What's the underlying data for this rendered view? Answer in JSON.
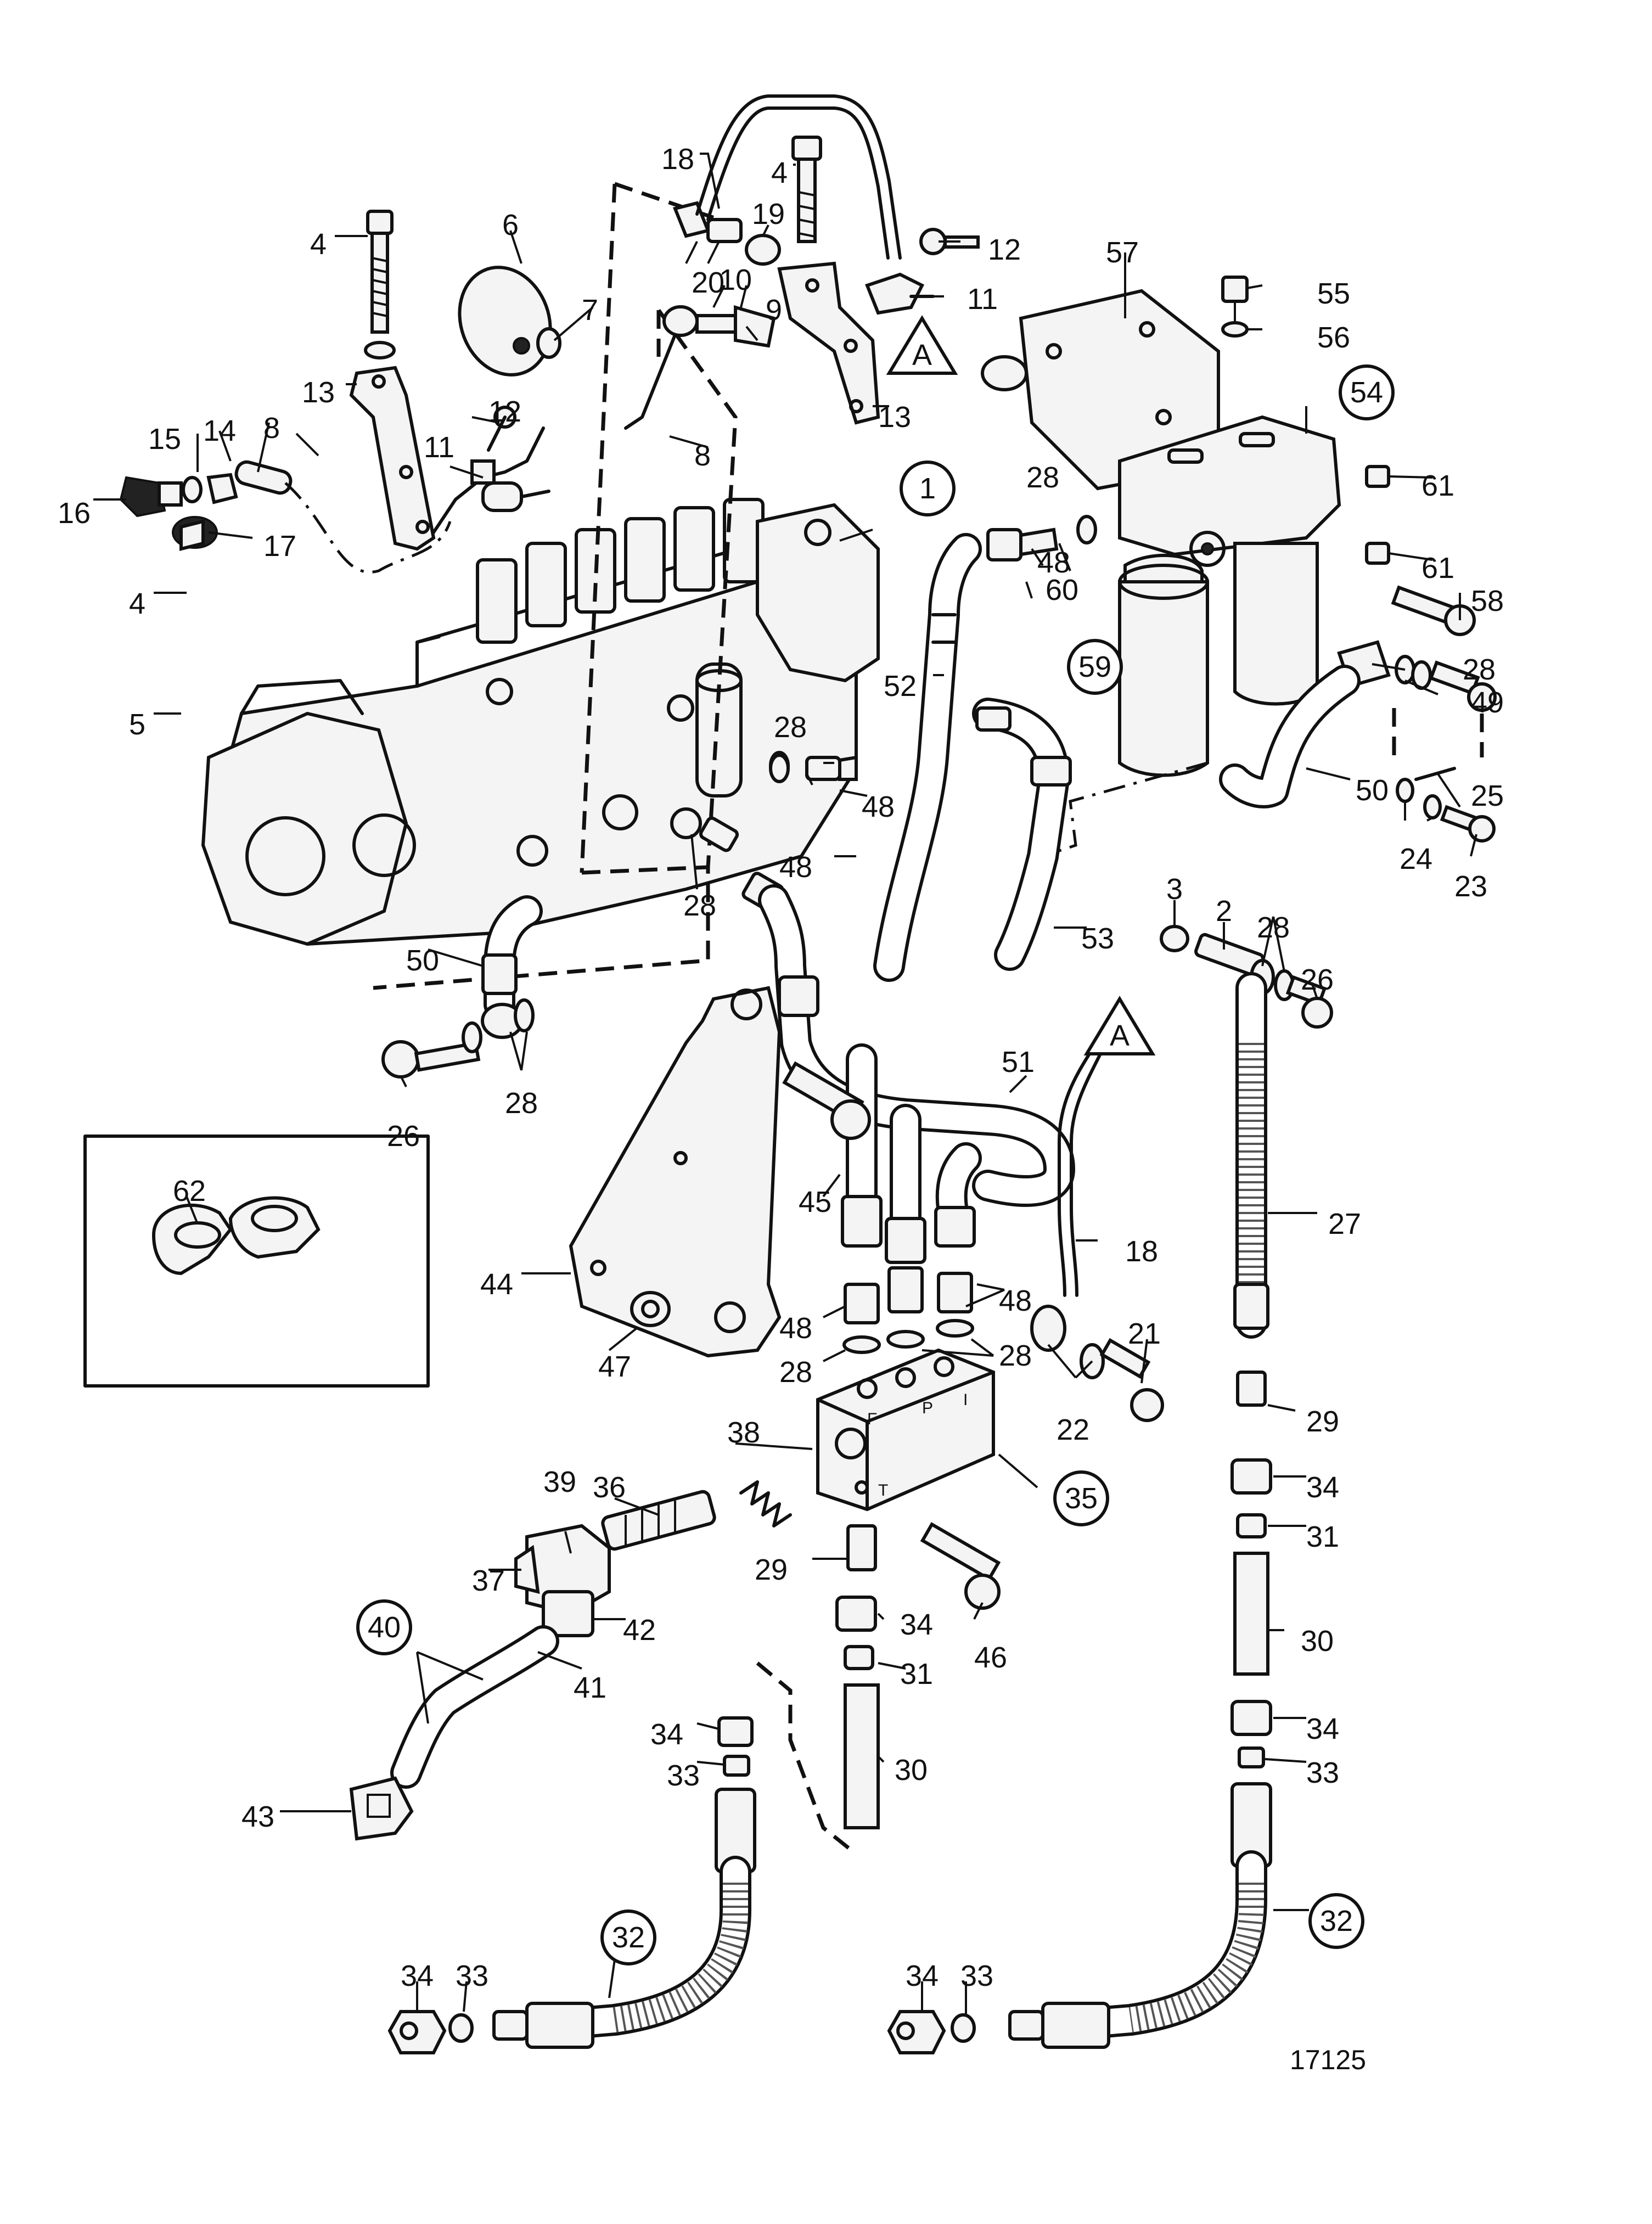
{
  "figure_number": "17125",
  "detail_marker": "A",
  "callouts": [
    {
      "id": "c1",
      "label": "1",
      "circled": true
    },
    {
      "id": "c2",
      "label": "2",
      "circled": false
    },
    {
      "id": "c3",
      "label": "3",
      "circled": false
    },
    {
      "id": "c4a",
      "label": "4",
      "circled": false
    },
    {
      "id": "c4b",
      "label": "4",
      "circled": false
    },
    {
      "id": "c4c",
      "label": "4",
      "circled": false
    },
    {
      "id": "c5",
      "label": "5",
      "circled": false
    },
    {
      "id": "c6",
      "label": "6",
      "circled": false
    },
    {
      "id": "c7",
      "label": "7",
      "circled": false
    },
    {
      "id": "c8a",
      "label": "8",
      "circled": false
    },
    {
      "id": "c8b",
      "label": "8",
      "circled": false
    },
    {
      "id": "c9",
      "label": "9",
      "circled": false
    },
    {
      "id": "c10",
      "label": "10",
      "circled": false
    },
    {
      "id": "c11a",
      "label": "11",
      "circled": false
    },
    {
      "id": "c11b",
      "label": "11",
      "circled": false
    },
    {
      "id": "c12a",
      "label": "12",
      "circled": false
    },
    {
      "id": "c12b",
      "label": "12",
      "circled": false
    },
    {
      "id": "c13a",
      "label": "13",
      "circled": false
    },
    {
      "id": "c13b",
      "label": "13",
      "circled": false
    },
    {
      "id": "c14",
      "label": "14",
      "circled": false
    },
    {
      "id": "c15",
      "label": "15",
      "circled": false
    },
    {
      "id": "c16",
      "label": "16",
      "circled": false
    },
    {
      "id": "c17",
      "label": "17",
      "circled": false
    },
    {
      "id": "c18a",
      "label": "18",
      "circled": false
    },
    {
      "id": "c18b",
      "label": "18",
      "circled": false
    },
    {
      "id": "c19",
      "label": "19",
      "circled": false
    },
    {
      "id": "c20",
      "label": "20",
      "circled": false
    },
    {
      "id": "c21",
      "label": "21",
      "circled": false
    },
    {
      "id": "c22",
      "label": "22",
      "circled": false
    },
    {
      "id": "c23",
      "label": "23",
      "circled": false
    },
    {
      "id": "c24",
      "label": "24",
      "circled": false
    },
    {
      "id": "c25",
      "label": "25",
      "circled": false
    },
    {
      "id": "c26a",
      "label": "26",
      "circled": false
    },
    {
      "id": "c26b",
      "label": "26",
      "circled": false
    },
    {
      "id": "c27",
      "label": "27",
      "circled": false
    },
    {
      "id": "c28a",
      "label": "28",
      "circled": false
    },
    {
      "id": "c28b",
      "label": "28",
      "circled": false
    },
    {
      "id": "c28c",
      "label": "28",
      "circled": false
    },
    {
      "id": "c28d",
      "label": "28",
      "circled": false
    },
    {
      "id": "c28e",
      "label": "28",
      "circled": false
    },
    {
      "id": "c28f",
      "label": "28",
      "circled": false
    },
    {
      "id": "c28g",
      "label": "28",
      "circled": false
    },
    {
      "id": "c28h",
      "label": "28",
      "circled": false
    },
    {
      "id": "c29a",
      "label": "29",
      "circled": false
    },
    {
      "id": "c29b",
      "label": "29",
      "circled": false
    },
    {
      "id": "c30a",
      "label": "30",
      "circled": false
    },
    {
      "id": "c30b",
      "label": "30",
      "circled": false
    },
    {
      "id": "c31a",
      "label": "31",
      "circled": false
    },
    {
      "id": "c31b",
      "label": "31",
      "circled": false
    },
    {
      "id": "c32a",
      "label": "32",
      "circled": true
    },
    {
      "id": "c32b",
      "label": "32",
      "circled": true
    },
    {
      "id": "c33a",
      "label": "33",
      "circled": false
    },
    {
      "id": "c33b",
      "label": "33",
      "circled": false
    },
    {
      "id": "c33c",
      "label": "33",
      "circled": false
    },
    {
      "id": "c33d",
      "label": "33",
      "circled": false
    },
    {
      "id": "c34a",
      "label": "34",
      "circled": false
    },
    {
      "id": "c34b",
      "label": "34",
      "circled": false
    },
    {
      "id": "c34c",
      "label": "34",
      "circled": false
    },
    {
      "id": "c34d",
      "label": "34",
      "circled": false
    },
    {
      "id": "c34e",
      "label": "34",
      "circled": false
    },
    {
      "id": "c34f",
      "label": "34",
      "circled": false
    },
    {
      "id": "c35",
      "label": "35",
      "circled": true
    },
    {
      "id": "c36",
      "label": "36",
      "circled": false
    },
    {
      "id": "c37",
      "label": "37",
      "circled": false
    },
    {
      "id": "c38",
      "label": "38",
      "circled": false
    },
    {
      "id": "c39",
      "label": "39",
      "circled": false
    },
    {
      "id": "c40",
      "label": "40",
      "circled": true
    },
    {
      "id": "c41",
      "label": "41",
      "circled": false
    },
    {
      "id": "c42",
      "label": "42",
      "circled": false
    },
    {
      "id": "c43",
      "label": "43",
      "circled": false
    },
    {
      "id": "c44",
      "label": "44",
      "circled": false
    },
    {
      "id": "c45",
      "label": "45",
      "circled": false
    },
    {
      "id": "c46",
      "label": "46",
      "circled": false
    },
    {
      "id": "c47",
      "label": "47",
      "circled": false
    },
    {
      "id": "c48a",
      "label": "48",
      "circled": false
    },
    {
      "id": "c48b",
      "label": "48",
      "circled": false
    },
    {
      "id": "c48c",
      "label": "48",
      "circled": false
    },
    {
      "id": "c48d",
      "label": "48",
      "circled": false
    },
    {
      "id": "c48e",
      "label": "48",
      "circled": false
    },
    {
      "id": "c49",
      "label": "49",
      "circled": false
    },
    {
      "id": "c50a",
      "label": "50",
      "circled": false
    },
    {
      "id": "c50b",
      "label": "50",
      "circled": false
    },
    {
      "id": "c51",
      "label": "51",
      "circled": false
    },
    {
      "id": "c52",
      "label": "52",
      "circled": false
    },
    {
      "id": "c53",
      "label": "53",
      "circled": false
    },
    {
      "id": "c54",
      "label": "54",
      "circled": true
    },
    {
      "id": "c55",
      "label": "55",
      "circled": false
    },
    {
      "id": "c56",
      "label": "56",
      "circled": false
    },
    {
      "id": "c57",
      "label": "57",
      "circled": false
    },
    {
      "id": "c58",
      "label": "58",
      "circled": false
    },
    {
      "id": "c59",
      "label": "59",
      "circled": true
    },
    {
      "id": "c60",
      "label": "60",
      "circled": false
    },
    {
      "id": "c61a",
      "label": "61",
      "circled": false
    },
    {
      "id": "c61b",
      "label": "61",
      "circled": false
    },
    {
      "id": "c62",
      "label": "62",
      "circled": false
    }
  ],
  "block_port_letters": [
    "F",
    "P",
    "I",
    "T"
  ]
}
